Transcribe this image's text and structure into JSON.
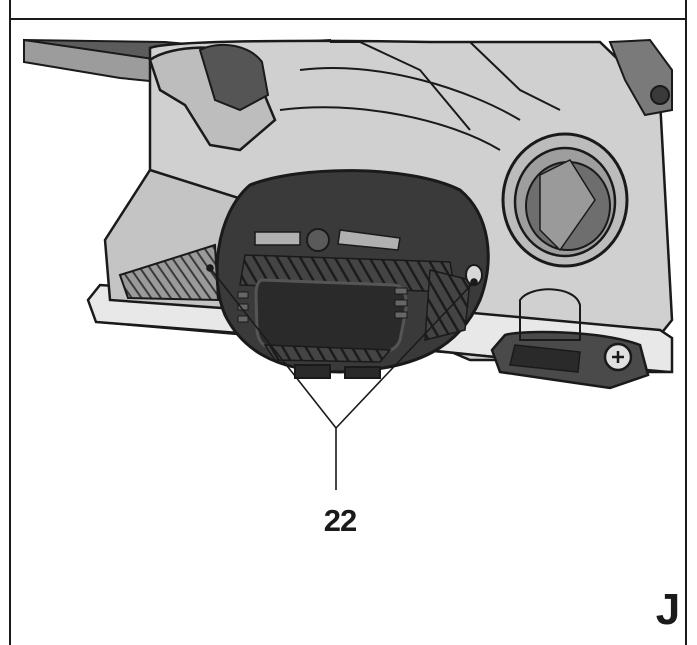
{
  "figure": {
    "callout_number": "22",
    "figure_letter": "J"
  },
  "colors": {
    "outline": "#1a1a1a",
    "body_light": "#d6d6d6",
    "body_mid": "#b4b4b4",
    "body_dark": "#8c8c8c",
    "rubber": "#3a3a3a",
    "rubber_dark": "#242424",
    "base_plate": "#e6e6e6"
  },
  "icons": [
    "planer-motor-housing-illustration",
    "leader-line",
    "screw-icon"
  ]
}
